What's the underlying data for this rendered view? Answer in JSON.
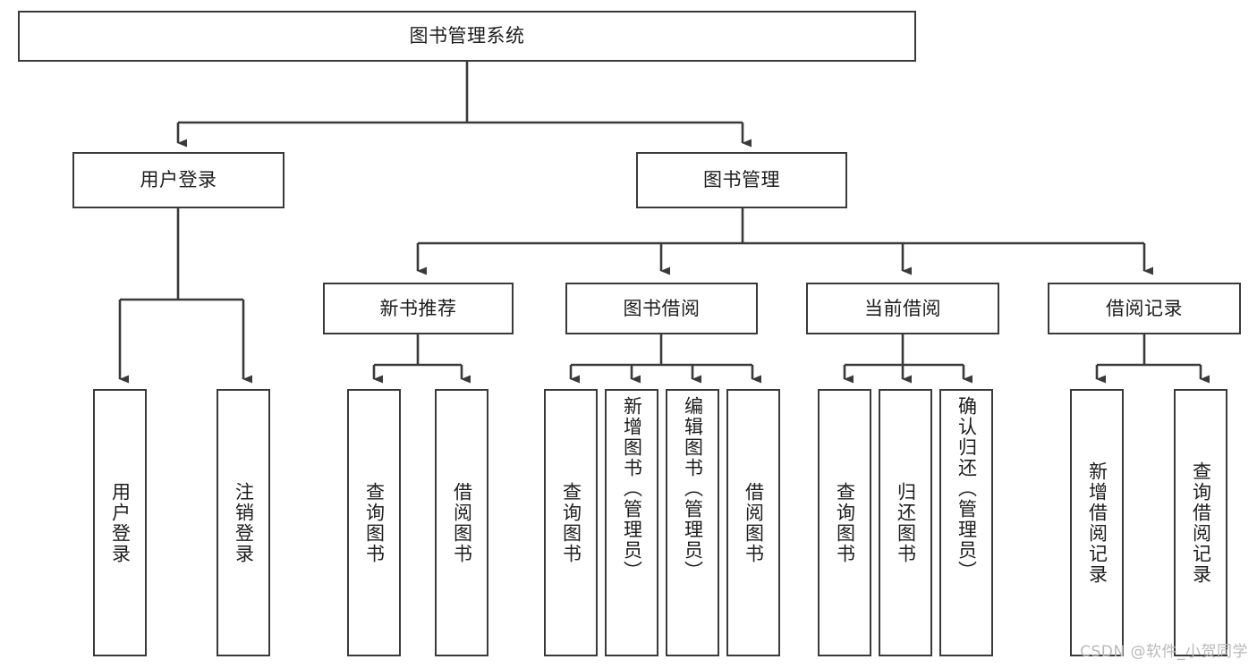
{
  "diagram": {
    "title": "图书管理系统",
    "watermark": "CSDN @软件_小贺同学",
    "line_color": "#3a3a3a",
    "text_color": "#1d1d1d",
    "background": "#ffffff",
    "levels": {
      "root": {
        "label": "图书管理系统"
      },
      "level2": [
        {
          "label": "用户登录"
        },
        {
          "label": "图书管理"
        }
      ],
      "level3": [
        {
          "label": "新书推荐"
        },
        {
          "label": "图书借阅"
        },
        {
          "label": "当前借阅"
        },
        {
          "label": "借阅记录"
        }
      ],
      "leaves": {
        "user_login": [
          {
            "label": "用户登录"
          },
          {
            "label": "注销登录"
          }
        ],
        "new_book_recommend": [
          {
            "label": "查询图书"
          },
          {
            "label": "借阅图书"
          }
        ],
        "book_borrow": [
          {
            "label": "查询图书"
          },
          {
            "label": "新增图书（管理员）"
          },
          {
            "label": "编辑图书（管理员）"
          },
          {
            "label": "借阅图书"
          }
        ],
        "current_borrow": [
          {
            "label": "查询图书"
          },
          {
            "label": "归还图书"
          },
          {
            "label": "确认归还（管理员）"
          }
        ],
        "borrow_record": [
          {
            "label": "新增借阅记录"
          },
          {
            "label": "查询借阅记录"
          }
        ]
      }
    }
  }
}
